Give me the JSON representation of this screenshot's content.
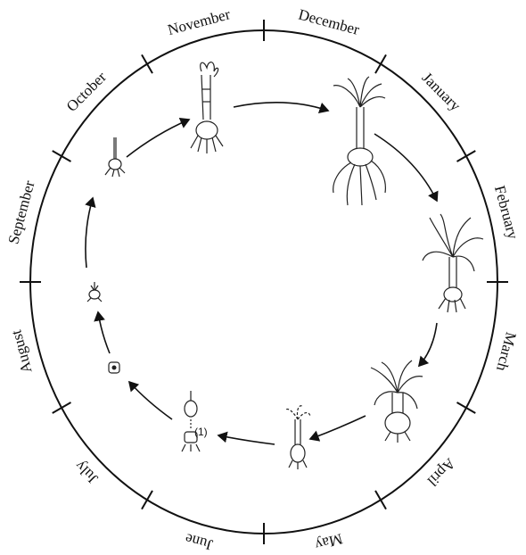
{
  "months": [
    "November",
    "December",
    "January",
    "February",
    "March",
    "April",
    "May",
    "June",
    "July",
    "August",
    "September",
    "October"
  ],
  "stage_marker": "(1)",
  "stages": [
    {
      "name": "nov-sprouted-bulb",
      "icon": "sprouting-bulb-with-roots"
    },
    {
      "name": "dec-tall-shoot",
      "icon": "tall-shoot-with-leaves-and-roots"
    },
    {
      "name": "feb-leafy-plant",
      "icon": "leafy-plant-with-roots"
    },
    {
      "name": "mar-flowering-bulb",
      "icon": "mature-bulb-with-leaves"
    },
    {
      "name": "may-dying-leaves",
      "icon": "bulb-with-wilting-leaves"
    },
    {
      "name": "jun-divided-bulbs",
      "icon": "divided-bulbs"
    },
    {
      "name": "jul-dormant-bulb",
      "icon": "small-dormant-bulb"
    },
    {
      "name": "aug-small-sprout",
      "icon": "small-sprout"
    },
    {
      "name": "oct-young-shoot",
      "icon": "young-shoot-with-roots"
    }
  ]
}
